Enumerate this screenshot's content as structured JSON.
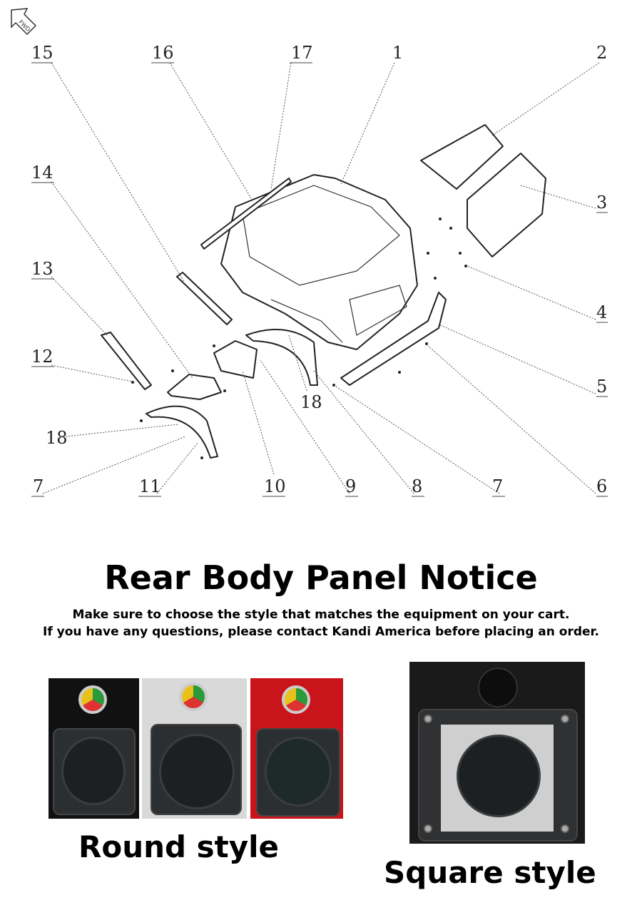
{
  "diagram": {
    "fwd_label": "FWD",
    "callouts": [
      "15",
      "16",
      "17",
      "1",
      "2",
      "3",
      "4",
      "5",
      "6",
      "7",
      "8",
      "9",
      "10",
      "11",
      "7",
      "18",
      "18",
      "12",
      "13",
      "14"
    ]
  },
  "notice": {
    "title": "Rear Body Panel Notice",
    "line1": "Make sure to choose the style that matches the equipment on your cart.",
    "line2": "If you have any questions, please contact Kandi America before placing an order."
  },
  "styles": {
    "round_label": "Round style",
    "square_label": "Square style"
  },
  "colors": {
    "photo_red_bg": "#c8141a",
    "photo_black_bg": "#111111"
  }
}
